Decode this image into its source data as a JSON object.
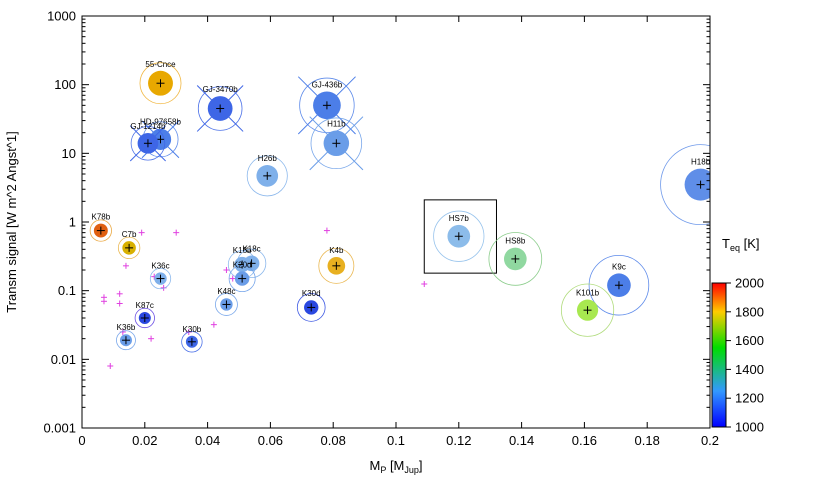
{
  "chart_data": {
    "type": "scatter",
    "xlabel": {
      "main": "M",
      "sub": "P",
      "rest": " [M",
      "sub2": "Jup",
      "end": "]"
    },
    "ylabel": "Transm signal [W m^2 Angst^1]",
    "xlim": [
      0,
      0.2
    ],
    "ylim": [
      0.001,
      1000
    ],
    "yscale": "log",
    "x_ticks": [
      0,
      0.02,
      0.04,
      0.06,
      0.08,
      0.1,
      0.12,
      0.14,
      0.16,
      0.18,
      0.2
    ],
    "x_tick_labels": [
      "0",
      "0.02",
      "0.04",
      "0.06",
      "0.08",
      "0.1",
      "0.12",
      "0.14",
      "0.16",
      "0.18",
      "0.2"
    ],
    "y_ticks": [
      0.001,
      0.01,
      0.1,
      1,
      10,
      100,
      1000
    ],
    "y_tick_labels": [
      "0.001",
      "0.01",
      "0.1",
      "1",
      "10",
      "100",
      "1000"
    ],
    "colorbar": {
      "title": {
        "main": "T",
        "sub": "eq",
        "rest": " [K]"
      },
      "range": [
        1000,
        2000
      ],
      "ticks": [
        1000,
        1200,
        1400,
        1600,
        1800,
        2000
      ],
      "tick_labels": [
        "1000",
        "1200",
        "1400",
        "1600",
        "1800",
        "2000"
      ],
      "stops": [
        "#0000ff",
        "#3399ff",
        "#00dd00",
        "#ffcc00",
        "#ff0000"
      ]
    },
    "planets": [
      {
        "name": "55-Cnce",
        "x": 0.025,
        "y": 105,
        "temp": 1950,
        "color": "#e8a800",
        "halo": "#f0b030",
        "cross_out": false
      },
      {
        "name": "GJ-3470b",
        "x": 0.044,
        "y": 45,
        "temp": 1000,
        "color": "#3e66e6",
        "halo": "#3e66e6",
        "cross_out": true
      },
      {
        "name": "GJ-436b",
        "x": 0.078,
        "y": 50,
        "temp": 1050,
        "color": "#4c7ee8",
        "halo": "#4c7ee8",
        "cross_out": true
      },
      {
        "name": "HD-97658b",
        "x": 0.025,
        "y": 16,
        "temp": 1050,
        "color": "#4c7ee8",
        "halo": "#4c7ee8",
        "cross_out": true
      },
      {
        "name": "GJ-1214b",
        "x": 0.021,
        "y": 14,
        "temp": 1000,
        "color": "#3e66e6",
        "halo": "#3e66e6",
        "cross_out": true
      },
      {
        "name": "H11b",
        "x": 0.081,
        "y": 14,
        "temp": 1150,
        "color": "#6a9de8",
        "halo": "#6a9de8",
        "cross_out": true
      },
      {
        "name": "H26b",
        "x": 0.059,
        "y": 4.7,
        "temp": 1250,
        "color": "#7fb0ea",
        "halo": "#7fb0ea",
        "cross_out": false
      },
      {
        "name": "H18b",
        "x": 0.197,
        "y": 3.5,
        "temp": 1100,
        "color": "#5f8ee8",
        "halo": "#5f8ee8",
        "cross_out": false
      },
      {
        "name": "K78b",
        "x": 0.006,
        "y": 0.75,
        "temp": 1950,
        "color": "#e06010",
        "halo": "#e8a030",
        "cross_out": false
      },
      {
        "name": "C7b",
        "x": 0.015,
        "y": 0.42,
        "temp": 1800,
        "color": "#d8b000",
        "halo": "#e8b040",
        "cross_out": false
      },
      {
        "name": "HS7b",
        "x": 0.12,
        "y": 0.62,
        "temp": 1250,
        "color": "#8cbcea",
        "halo": "#8cbcea",
        "cross_out": false
      },
      {
        "name": "HS8b",
        "x": 0.138,
        "y": 0.29,
        "temp": 1550,
        "color": "#90d8a0",
        "halo": "#80c880",
        "cross_out": false
      },
      {
        "name": "K4b",
        "x": 0.081,
        "y": 0.23,
        "temp": 1850,
        "color": "#e8b020",
        "halo": "#e8b040",
        "cross_out": false
      },
      {
        "name": "K18b",
        "x": 0.051,
        "y": 0.24,
        "temp": 1200,
        "color": "#7fb0ea",
        "halo": "#7fb0ea",
        "cross_out": false
      },
      {
        "name": "K18c",
        "x": 0.054,
        "y": 0.25,
        "temp": 1200,
        "color": "#7fb0ea",
        "halo": "#7fb0ea",
        "cross_out": false
      },
      {
        "name": "K20d",
        "x": 0.051,
        "y": 0.15,
        "temp": 1150,
        "color": "#6a9de8",
        "halo": "#6a9de8",
        "cross_out": false
      },
      {
        "name": "K36c",
        "x": 0.025,
        "y": 0.15,
        "temp": 1200,
        "color": "#7fb0ea",
        "halo": "#7fb0ea",
        "cross_out": false
      },
      {
        "name": "K9c",
        "x": 0.171,
        "y": 0.12,
        "temp": 1050,
        "color": "#4c7ee8",
        "halo": "#4c7ee8",
        "cross_out": false
      },
      {
        "name": "K101b",
        "x": 0.161,
        "y": 0.052,
        "temp": 1650,
        "color": "#a8e850",
        "halo": "#a8d870",
        "cross_out": false
      },
      {
        "name": "K48c",
        "x": 0.046,
        "y": 0.063,
        "temp": 1150,
        "color": "#6a9de8",
        "halo": "#6a9de8",
        "cross_out": false
      },
      {
        "name": "K30d",
        "x": 0.073,
        "y": 0.057,
        "temp": 1000,
        "color": "#2a48e0",
        "halo": "#2a48e0",
        "cross_out": false
      },
      {
        "name": "K87c",
        "x": 0.02,
        "y": 0.04,
        "temp": 1000,
        "color": "#2a48e0",
        "halo": "#5a3ae0",
        "cross_out": false
      },
      {
        "name": "K36b",
        "x": 0.014,
        "y": 0.019,
        "temp": 1150,
        "color": "#6a9de8",
        "halo": "#6a9de8",
        "cross_out": false
      },
      {
        "name": "K30b",
        "x": 0.035,
        "y": 0.018,
        "temp": 1050,
        "color": "#3e66e6",
        "halo": "#3e66e6",
        "cross_out": false
      }
    ],
    "candidates": [
      {
        "x": 0.007,
        "y": 0.08
      },
      {
        "x": 0.007,
        "y": 0.07
      },
      {
        "x": 0.012,
        "y": 0.09
      },
      {
        "x": 0.012,
        "y": 0.065
      },
      {
        "x": 0.014,
        "y": 0.23
      },
      {
        "x": 0.019,
        "y": 0.7
      },
      {
        "x": 0.023,
        "y": 0.16
      },
      {
        "x": 0.026,
        "y": 0.11
      },
      {
        "x": 0.03,
        "y": 0.7
      },
      {
        "x": 0.009,
        "y": 0.008
      },
      {
        "x": 0.013,
        "y": 0.025
      },
      {
        "x": 0.022,
        "y": 0.02
      },
      {
        "x": 0.034,
        "y": 0.025
      },
      {
        "x": 0.042,
        "y": 0.032
      },
      {
        "x": 0.048,
        "y": 0.15
      },
      {
        "x": 0.046,
        "y": 0.2
      },
      {
        "x": 0.078,
        "y": 0.75
      },
      {
        "x": 0.109,
        "y": 0.125
      }
    ],
    "highlight_box": {
      "x0": 0.109,
      "x1": 0.132,
      "y0": 0.18,
      "y1": 2.1
    }
  }
}
